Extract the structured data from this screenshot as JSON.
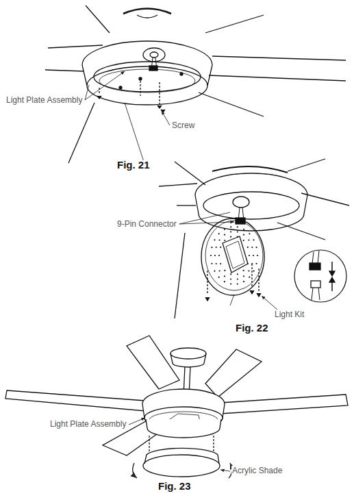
{
  "diagram": {
    "labels": [
      "Light Plate Assembly",
      "Screw",
      "Fig. 21",
      "9-Pin Connector",
      "Light Kit",
      "Fig. 22",
      "Light Plate Assembly",
      "Acrylic Shade",
      "Fig. 23"
    ]
  }
}
